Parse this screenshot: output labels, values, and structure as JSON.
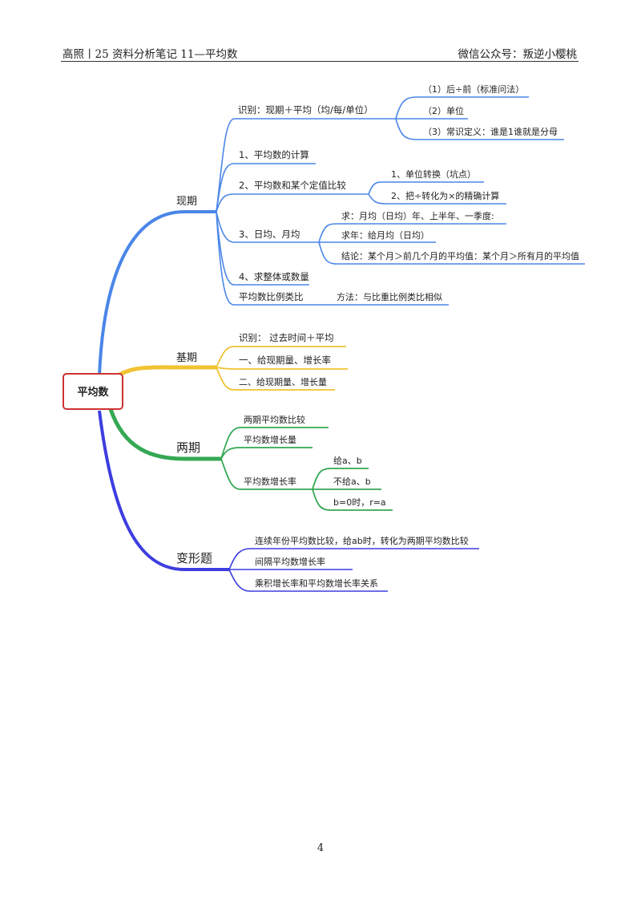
{
  "header": {
    "left": "高照丨25 资料分析笔记 11—平均数",
    "right": "微信公众号：叛逆小樱桃"
  },
  "page_number": "4",
  "mindmap": {
    "root": "平均数",
    "colors": {
      "current": "#4a86e8",
      "base": "#f1c232",
      "two": "#34a853",
      "variant": "#3d3de0",
      "root_border": "#cc3333"
    },
    "branches": {
      "current": {
        "label": "现期",
        "identify": "识别：现期＋平均（均/每/单位）",
        "identify_children": [
          "（1）后÷前（标准问法）",
          "（2）单位",
          "（3）常识定义：谁是1谁就是分母"
        ],
        "item1": "1、平均数的计算",
        "item2": "2、平均数和某个定值比较",
        "item2_children": [
          "1、单位转换（坑点）",
          "2、把÷转化为×的精确计算"
        ],
        "item3": "3、日均、月均",
        "item3_children": [
          "求：月均（日均）年、上半年、一季度:",
          "求年：给月均（日均）",
          "结论：某个月＞前几个月的平均值：某个月＞所有月的平均值"
        ],
        "item4": "4、求整体或数量",
        "item5": "平均数比例类比",
        "item5_child": "方法：与比重比例类比相似"
      },
      "base": {
        "label": "基期",
        "items": [
          "识别：  过去时间＋平均",
          "一、给现期量、增长率",
          "二、给现期量、增长量"
        ]
      },
      "two": {
        "label": "两期",
        "items": [
          "两期平均数比较",
          "平均数增长量",
          "平均数增长率"
        ],
        "rate_children": [
          "给a、b",
          "不给a、b",
          "b=0时，r=a"
        ]
      },
      "variant": {
        "label": "变形题",
        "items": [
          "连续年份平均数比较，给ab时，转化为两期平均数比较",
          "间隔平均数增长率",
          "乘积增长率和平均数增长率关系"
        ]
      }
    }
  }
}
